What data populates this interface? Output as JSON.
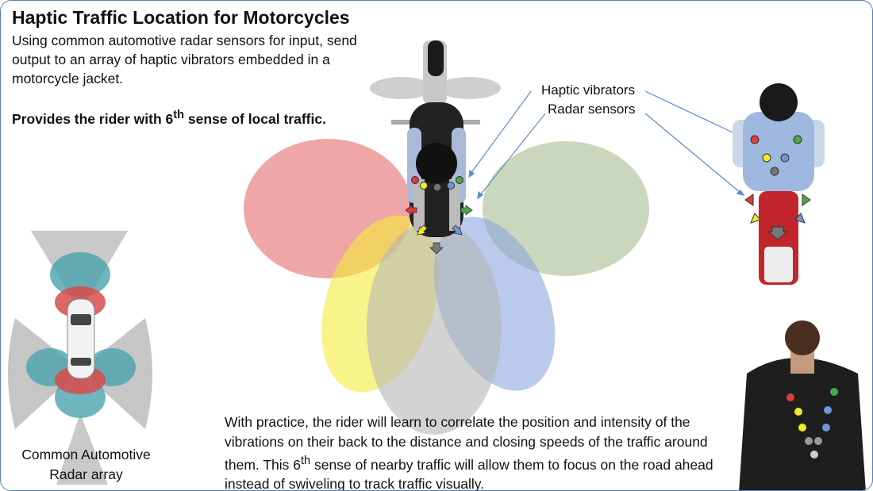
{
  "title": "Haptic Traffic Location for Motorcycles",
  "intro": "Using common automotive radar sensors for input, send output to an array of haptic vibrators embedded in a motorcycle jacket.",
  "tagline": {
    "before": "Provides the rider with 6",
    "sup": "th",
    "after": " sense of local traffic."
  },
  "labels": {
    "haptic": "Haptic vibrators",
    "radar": "Radar sensors"
  },
  "car_caption": "Common Automotive Radar array",
  "bottom": {
    "p1": "With practice, the rider will learn to correlate the position and intensity of the vibrations on their back to the distance and closing speeds of the traffic around them. This 6",
    "sup": "th",
    "p2": " sense of nearby traffic will allow them to focus on the road ahead instead of swiveling to track traffic visually."
  },
  "colors": {
    "red": "#e23b3b",
    "yellow": "#f2ea2a",
    "blue": "#6f96d8",
    "green": "#4aa84a",
    "gray": "#777777",
    "arrow": "#5b8bd0"
  }
}
